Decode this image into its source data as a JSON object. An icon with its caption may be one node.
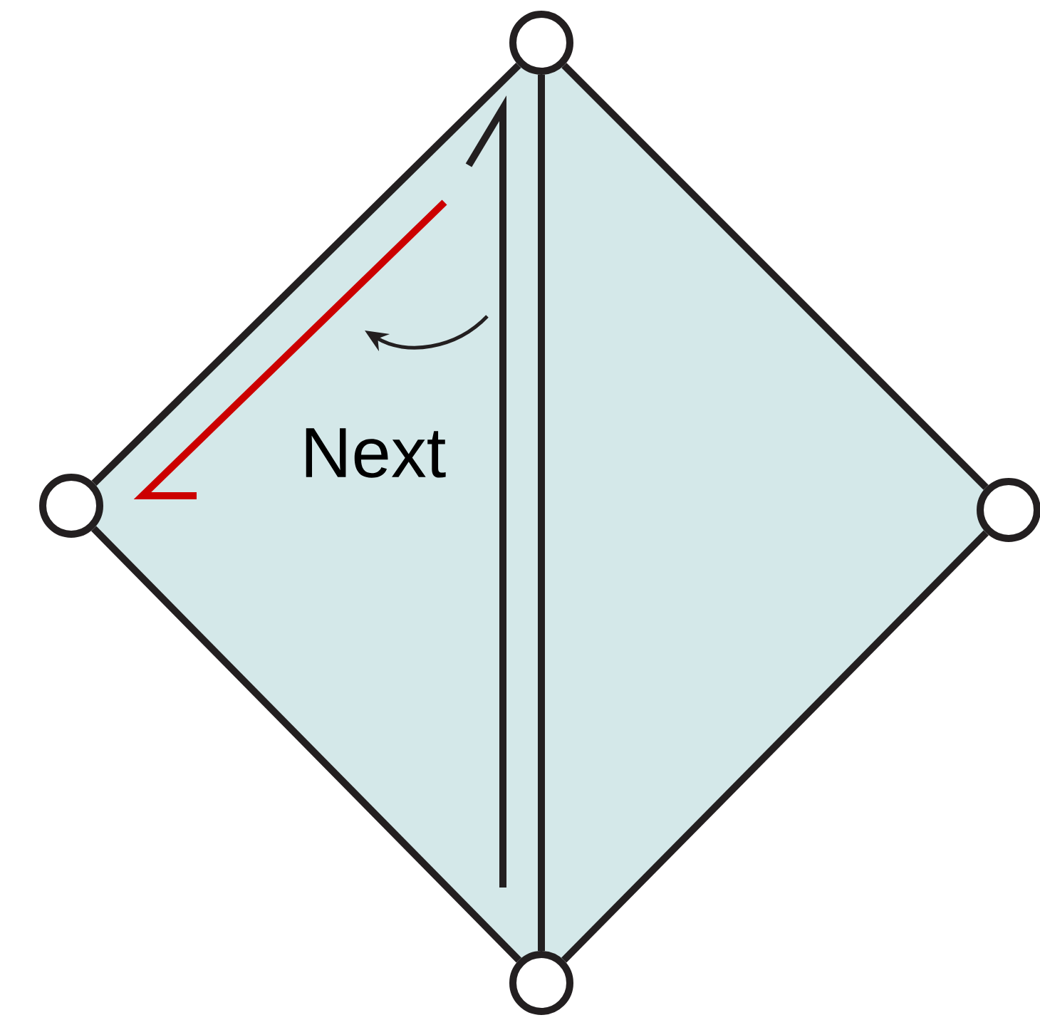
{
  "diagram": {
    "nodes": [
      {
        "text": [],
        "shape": "circle"
      },
      {
        "text": [],
        "shape": "circle"
      },
      {
        "text": [],
        "shape": "circle"
      },
      {
        "text": [],
        "shape": "circle"
      }
    ],
    "edges": [
      {
        "from": 0,
        "to": 1,
        "arrow": "none"
      },
      {
        "from": 0,
        "to": 2,
        "arrow": "none"
      },
      {
        "from": 0,
        "to": 3,
        "arrow": "none"
      },
      {
        "from": 1,
        "to": 3,
        "arrow": "none"
      },
      {
        "from": 2,
        "to": 3,
        "arrow": "none"
      }
    ],
    "labels": [
      "Next"
    ]
  }
}
